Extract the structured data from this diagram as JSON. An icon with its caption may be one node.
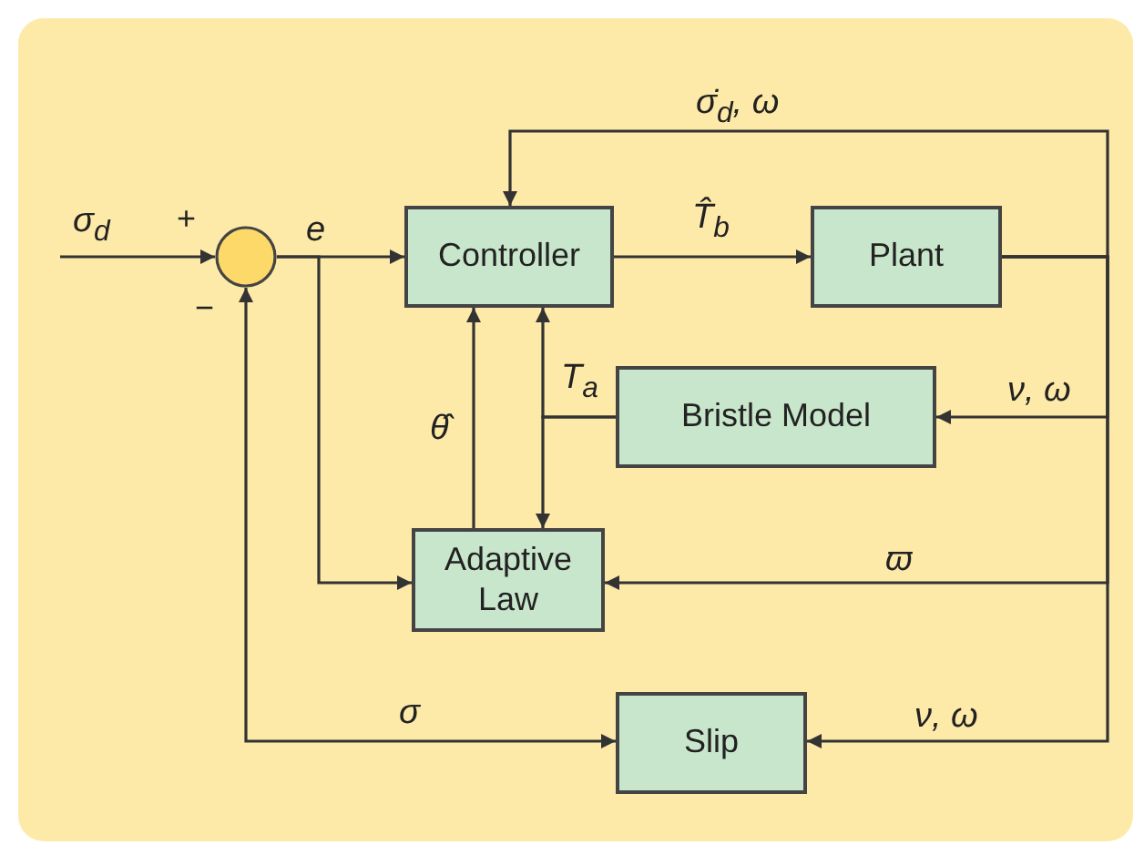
{
  "diagram": {
    "nodes": [
      {
        "text": [],
        "shape": "circle"
      },
      {
        "text": [
          "Controller"
        ]
      },
      {
        "text": [
          "Plant"
        ]
      },
      {
        "text": [
          "Bristle Model"
        ]
      },
      {
        "text": [
          "Adaptive Law"
        ]
      },
      {
        "text": [
          "Slip"
        ]
      }
    ],
    "edges": [
      {
        "from": null,
        "to": 0,
        "arrow": "to",
        "label": "σ$_{d}$"
      },
      {
        "from": 0,
        "to": 1,
        "arrow": "to",
        "label": "e"
      },
      {
        "from": 0,
        "to": 4,
        "arrow": "to"
      },
      {
        "from": 1,
        "to": 2,
        "arrow": "to",
        "label": "T̂$_{b}$"
      },
      {
        "from": 2,
        "to": 1,
        "arrow": "to",
        "label": "σ̇$_{d}$, ω"
      },
      {
        "from": 2,
        "to": 3,
        "arrow": "to",
        "label": "ν, ω"
      },
      {
        "from": 2,
        "to": 4,
        "arrow": "to",
        "label": "ϖ"
      },
      {
        "from": 2,
        "to": 5,
        "arrow": "to",
        "label": "ν, ω"
      },
      {
        "from": 5,
        "to": 0,
        "arrow": "both",
        "label": "σ"
      },
      {
        "from": 4,
        "to": 1,
        "arrow": "to",
        "label": "θ̂"
      },
      {
        "from": 3,
        "to": 1,
        "arrow": "to",
        "label": "T$_{a}$"
      },
      {
        "from": 3,
        "to": 4,
        "arrow": "to"
      }
    ],
    "labels": [
      "+",
      "−"
    ]
  }
}
